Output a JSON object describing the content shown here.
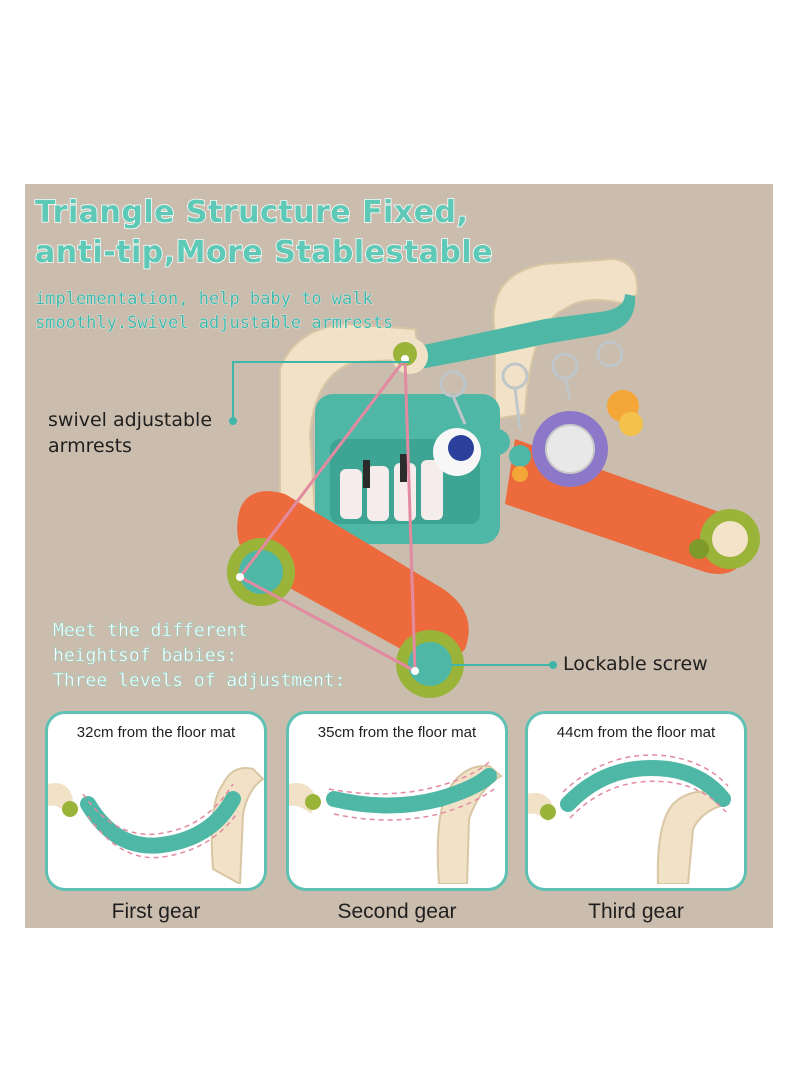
{
  "headline": {
    "line1": "Triangle Structure Fixed,",
    "line2": "anti-tip,More Stablestable"
  },
  "subtext": {
    "line1": "implementation, help baby to walk",
    "line2": "smoothly.Swivel adjustable armrests"
  },
  "callouts": {
    "armrest_line1": "swivel adjustable",
    "armrest_line2": "armrests",
    "screw": "Lockable screw"
  },
  "adjustment": {
    "line1": "Meet the different",
    "line2": "heightsof babies:",
    "line3": "Three levels of adjustment:"
  },
  "gears": [
    {
      "height": "32cm from the floor mat",
      "name": "First gear"
    },
    {
      "height": "35cm from the floor mat",
      "name": "Second gear"
    },
    {
      "height": "44cm from the floor mat",
      "name": "Third gear"
    }
  ],
  "colors": {
    "background": "#cbbdad",
    "teal": "#4fb7a6",
    "orange": "#ec6a3c",
    "cream": "#f2e3c9",
    "lime": "#9ab43a",
    "pink_line": "#e28aa0"
  }
}
